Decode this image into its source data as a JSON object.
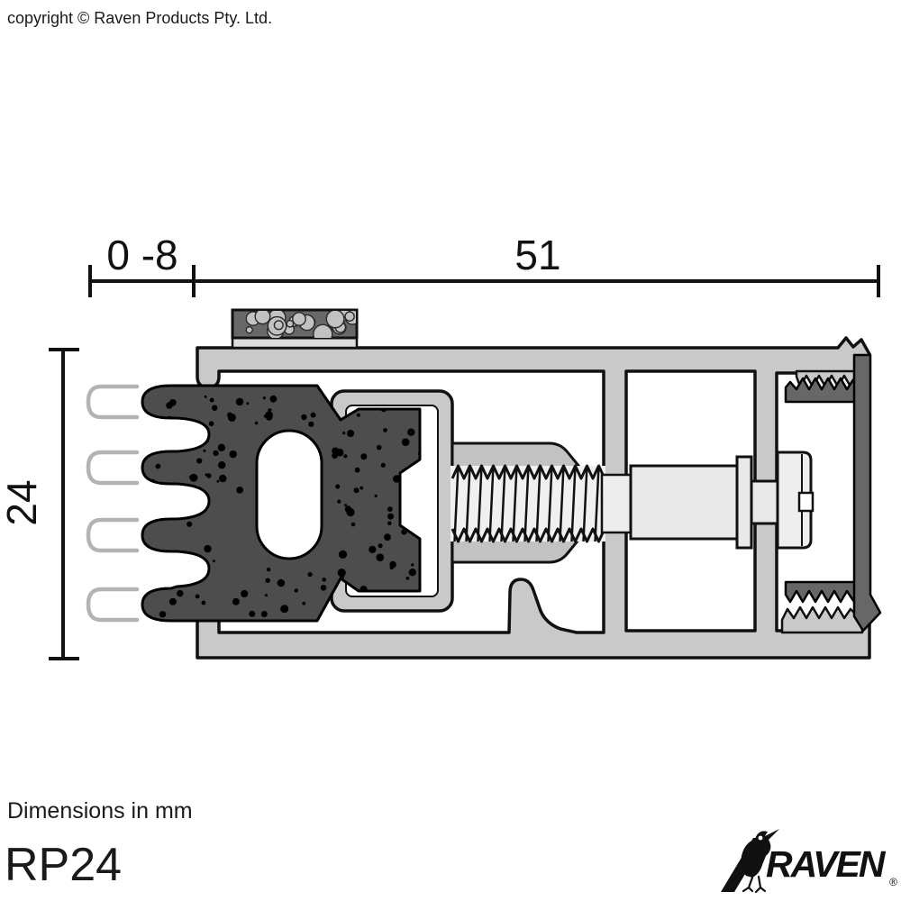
{
  "header": {
    "copyright_text": "copyright © Raven Products Pty. Ltd."
  },
  "drawing": {
    "dimension_labels": {
      "top_left_range": "0 -8",
      "top_overall_width": "51",
      "left_height": "24"
    },
    "component_names": [
      "foam-tape",
      "aluminium-housing-extrusion",
      "fin-rubber-seal",
      "ghost-fin-outlines",
      "seal-carrier-channel",
      "adjustment-screw-thread",
      "slotted-screw-head",
      "serrated-end-angle-bracket"
    ]
  },
  "footer": {
    "units_note": "Dimensions in mm",
    "product_code": "RP24"
  },
  "brand": {
    "name": "RAVEN",
    "registered_mark": "®",
    "logo_icon": "raven-bird-icon"
  },
  "colors": {
    "background": "#ffffff",
    "aluminium": "#c9c9c9",
    "rubber": "#4d4d4d",
    "foam": "#686868",
    "end_bracket": "#676767",
    "screw_metal": "#e9e9e9",
    "outline": "#111111",
    "ghost_fin": "#b3b3b3",
    "text": "#1a1a1a"
  }
}
